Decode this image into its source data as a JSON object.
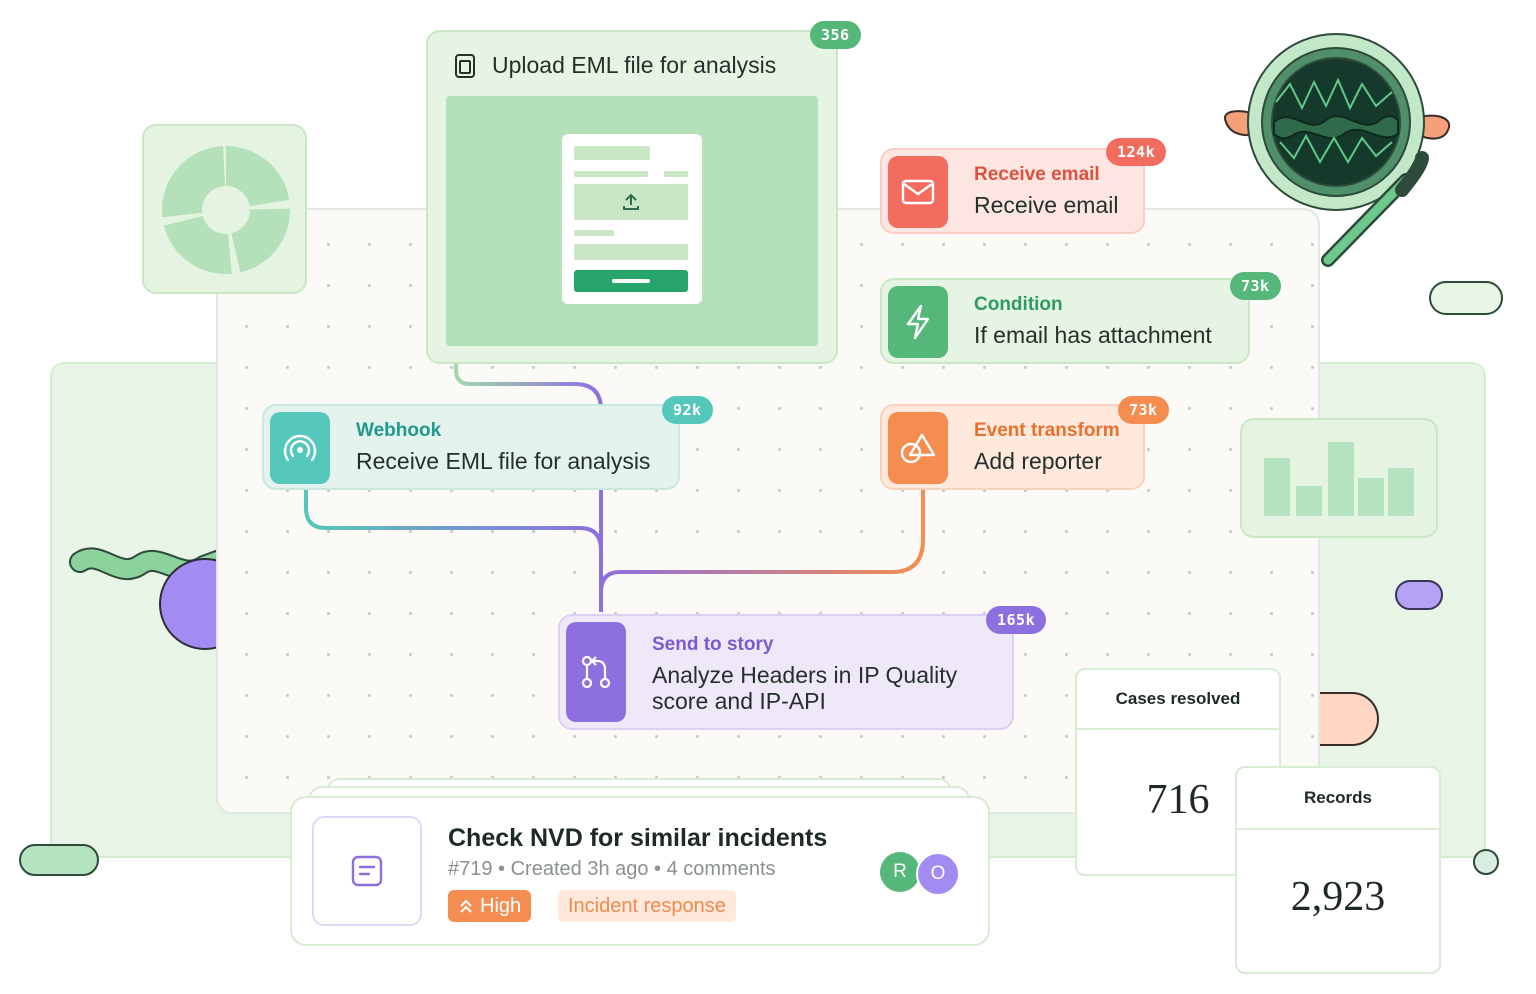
{
  "nodes": {
    "upload": {
      "title": "Upload EML file for analysis",
      "count": "356"
    },
    "receive_email": {
      "type": "Receive email",
      "desc": "Receive email",
      "count": "124k"
    },
    "condition": {
      "type": "Condition",
      "desc": "If email has attachment",
      "count": "73k"
    },
    "event_transform": {
      "type": "Event transform",
      "desc": "Add reporter",
      "count": "73k"
    },
    "webhook": {
      "type": "Webhook",
      "desc": "Receive EML file for analysis",
      "count": "92k"
    },
    "send_to_story": {
      "type": "Send to story",
      "desc_line1": "Analyze Headers in IP Quality",
      "desc_line2": "score and IP-API",
      "count": "165k"
    }
  },
  "stats": {
    "cases_resolved": {
      "label": "Cases resolved",
      "value": "716"
    },
    "records": {
      "label": "Records",
      "value": "2,923"
    }
  },
  "case": {
    "title": "Check NVD for similar incidents",
    "meta": "#719 • Created 3h ago • 4 comments",
    "priority": "High",
    "category": "Incident response",
    "avatars": [
      "R",
      "O"
    ]
  },
  "colors": {
    "green": "#55b77a",
    "red": "#f26d5f",
    "orange": "#f48d4f",
    "teal": "#55c7bb",
    "purple": "#8e6fe0"
  },
  "icons": [
    "pie-chart-icon",
    "document-icon",
    "upload-icon",
    "mail-icon",
    "lightning-icon",
    "shapes-icon",
    "webhook-icon",
    "git-merge-icon",
    "note-icon",
    "bar-chart-icon",
    "radar-icon"
  ]
}
